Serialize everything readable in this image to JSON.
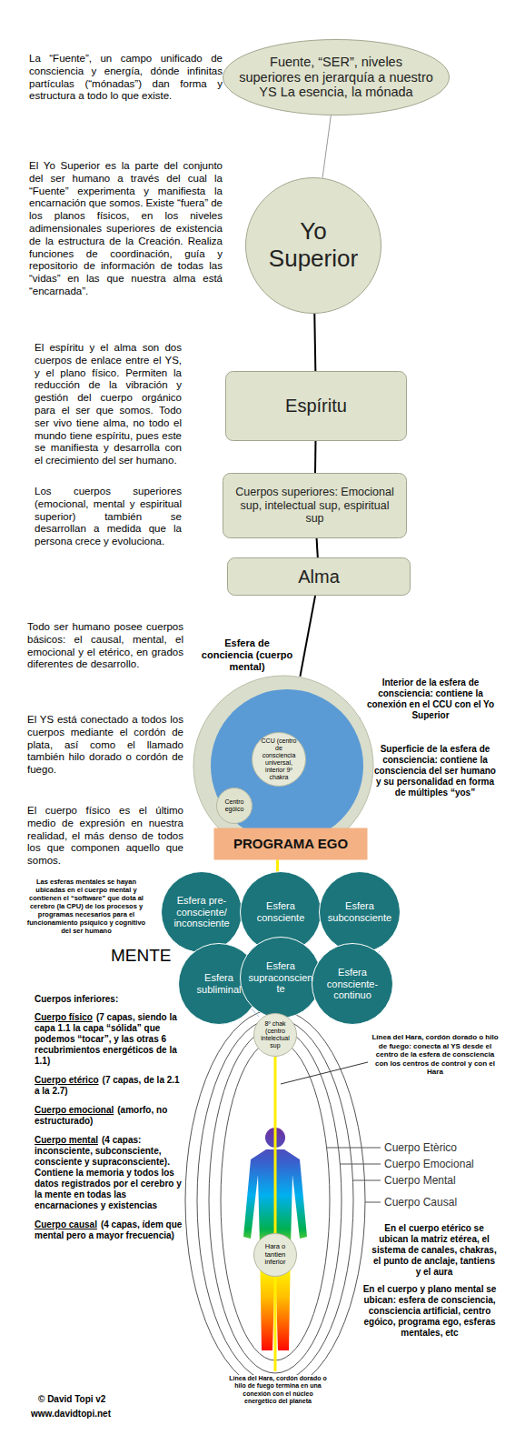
{
  "diagram": {
    "nodes": [
      {
        "text": [
          "Fuente, “SER”, niveles superiores en jerarquía a nuestro YS La esencia, la mónada"
        ]
      },
      {
        "text": [
          "Yo Superior"
        ]
      },
      {
        "text": [
          "Espíritu"
        ]
      },
      {
        "text": [
          "Cuerpos superiores: Emocional sup, intelectual sup, espiritual sup"
        ]
      },
      {
        "text": [
          "Alma"
        ]
      },
      {
        "text": [
          "Esfera de conciencia (cuerpo mental)"
        ]
      },
      {
        "text": [
          "CCU (centro de consciencia universal, interior 9º chakra"
        ],
        "in": 5
      },
      {
        "text": [
          "Centro egóico"
        ],
        "in": 5
      },
      {
        "text": [
          "PROGRAMA EGO"
        ]
      },
      {
        "text": [
          "Esfera pre-consciente/ inconsciente"
        ]
      },
      {
        "text": [
          "Esfera consciente"
        ]
      },
      {
        "text": [
          "Esfera subconsciente"
        ]
      },
      {
        "text": [
          "Esfera subliminal"
        ]
      },
      {
        "text": [
          "Esfera supraconsciente"
        ]
      },
      {
        "text": [
          "Esfera consciente-continuo"
        ]
      },
      {
        "text": [
          "8º chak (centro intelectual sup"
        ]
      },
      {
        "text": [
          "Hara o tantien inferior"
        ]
      }
    ],
    "edges": [
      {
        "from": 0,
        "to": 1,
        "arrow": "none"
      },
      {
        "from": 1,
        "to": 2,
        "arrow": "none"
      },
      {
        "from": 2,
        "to": 3,
        "arrow": "none"
      },
      {
        "from": 3,
        "to": 4,
        "arrow": "none"
      },
      {
        "from": 4,
        "to": 5,
        "arrow": "none"
      },
      {
        "from": 6,
        "to": 15,
        "arrow": "none"
      },
      {
        "from": 15,
        "to": 16,
        "arrow": "none"
      }
    ],
    "labels": [
      "La “Fuente”, un campo unificado de consciencia y energía, dónde infinitas partículas (“mónadas”) dan forma y estructura a todo lo que existe.",
      "El Yo Superior es la parte del conjunto del ser humano a través del cual la “Fuente” experimenta y manifiesta la encarnación que somos. Existe “fuera” de los planos físicos, en los niveles adimensionales superiores de existencia de la estructura de la Creación. Realiza funciones de coordinación, guía y repositorio de información de todas las “vidas” en las que nuestra alma está “encarnada”.",
      "El espíritu y el alma son dos cuerpos de enlace entre el YS, y el plano físico. Permiten la reducción de la vibración y gestión del cuerpo orgánico para el ser que somos. Todo ser vivo tiene alma, no todo el mundo tiene espíritu, pues este se manifiesta y desarrolla con el crecimiento del ser humano.",
      "Los cuerpos superiores (emocional, mental y espiritual superior) también se desarrollan a medida que la persona crece y evoluciona.",
      "Todo ser humano posee cuerpos básicos: el causal, mental, el emocional y el etérico, en grados diferentes de desarrollo.",
      "El YS está conectado a todos los cuerpos mediante el cordón de plata, así como el llamado también hilo dorado o cordón de fuego.",
      "El cuerpo físico es el último medio de expresión en nuestra realidad, el más denso de todos los que componen aquello que somos.",
      "Interior de la esfera de consciencia: contiene la conexión en el CCU con el Yo Superior",
      "Superficie de la esfera de consciencia: contiene la consciencia del ser humano y su personalidad en forma de múltiples “yos”",
      "Las esferas mentales se hayan ubicadas en el cuerpo mental y contienen el “software” que dota al cerebro (la CPU) de los procesos y programas necesarios para el funcionamiento psíquico y cognitivo del ser humano",
      "MENTE",
      "Cuerpos inferiores:",
      "Cuerpo físico",
      "(7 capas, siendo la capa 1.1 la capa “sólida” que podemos “tocar”, y las otras 6 recubrimientos energéticos de la 1.1)",
      "Cuerpo etérico",
      "(7 capas, de la 2.1 a la 2.7)",
      "Cuerpo emocional",
      "(amorfo, no estructurado)",
      "Cuerpo mental",
      "(4 capas: inconsciente, subconsciente, consciente y supraconsciente). Contiene la memoria y todos los datos registrados por el cerebro y la mente en todas las encarnaciones y existencias",
      "Cuerpo causal",
      "(4 capas, ídem que mental pero a mayor frecuencia)",
      "Línea del Hara, cordón dorado o hilo de fuego: conecta al YS desde el centro de la esfera de consciencia con los centros de control y con el Hara",
      "Cuerpo Etèrico",
      "Cuerpo Emocional",
      "Cuerpo Mental",
      "Cuerpo Causal",
      "En el cuerpo etérico se ubican la matriz etérea, el sistema de canales, chakras, el punto de anclaje, tantiens y el aura",
      "En el cuerpo y plano mental se ubican: esfera de consciencia, consciencia artificial, centro egóico, programa ego, esferas mentales, etc",
      "Línea del Hara, cordón dorado o hilo de fuego termina en una conexión con el núcleo energético del planeta",
      "© David Topi v2",
      "www.davidtopi.net"
    ]
  }
}
